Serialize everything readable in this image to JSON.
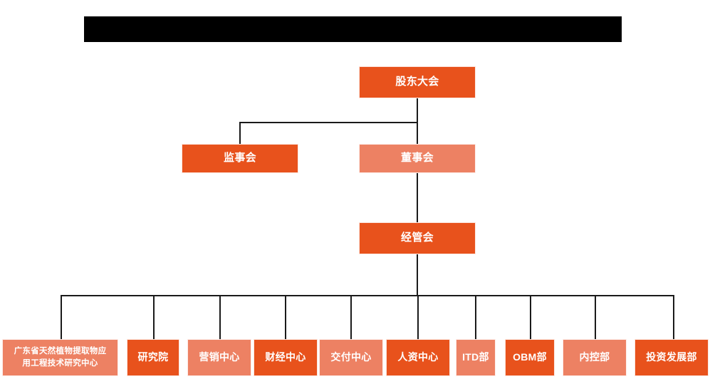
{
  "chart": {
    "type": "org-chart",
    "title_bar": {
      "name": "redacted-title-bar",
      "text": "",
      "color": "#000000",
      "note": "solid black redaction bar, no visible text"
    },
    "colors": {
      "dark_orange": "#E8521C",
      "light_orange": "#ED8163",
      "line": "#1A1A1A",
      "background": "#FFFFFF",
      "text": "#FFFFFF"
    },
    "levels": [
      {
        "level": 1,
        "nodes": [
          {
            "id": "shareholders",
            "label": "股东大会",
            "fill": "dark"
          }
        ]
      },
      {
        "level": 2,
        "nodes": [
          {
            "id": "supervisory",
            "label": "监事会",
            "fill": "dark"
          },
          {
            "id": "board",
            "label": "董事会",
            "fill": "light"
          }
        ]
      },
      {
        "level": 3,
        "nodes": [
          {
            "id": "management",
            "label": "经管会",
            "fill": "dark"
          }
        ]
      },
      {
        "level": 4,
        "nodes": [
          {
            "id": "research-center",
            "label": "广东省天然植物提取物应用工程技术研究中心",
            "line1": "广东省天然植物提取物应",
            "line2": "用工程技术研究中心",
            "fill": "light"
          },
          {
            "id": "institute",
            "label": "研究院",
            "fill": "dark"
          },
          {
            "id": "marketing",
            "label": "营销中心",
            "fill": "light"
          },
          {
            "id": "finance",
            "label": "财经中心",
            "fill": "dark"
          },
          {
            "id": "delivery",
            "label": "交付中心",
            "fill": "light"
          },
          {
            "id": "hr",
            "label": "人资中心",
            "fill": "dark"
          },
          {
            "id": "itd",
            "label": "ITD部",
            "fill": "light"
          },
          {
            "id": "obm",
            "label": "OBM部",
            "fill": "dark"
          },
          {
            "id": "internal-control",
            "label": "内控部",
            "fill": "light"
          },
          {
            "id": "investment",
            "label": "投资发展部",
            "fill": "dark"
          }
        ]
      }
    ]
  }
}
